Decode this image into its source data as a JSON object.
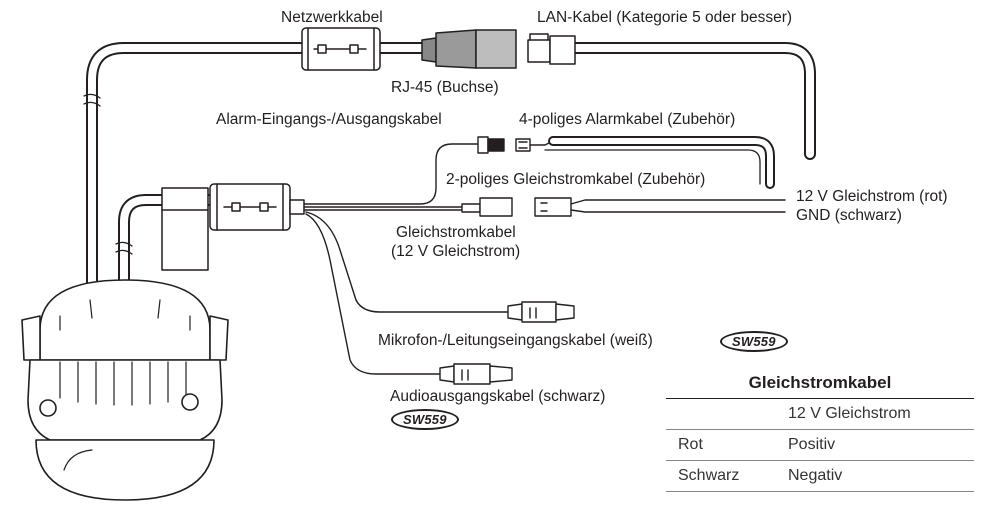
{
  "labels": {
    "network_cable": "Netzwerkkabel",
    "lan_cable": "LAN-Kabel (Kategorie 5 oder besser)",
    "rj45_jack": "RJ-45 (Buchse)",
    "alarm_io_cable": "Alarm-Eingangs-/Ausgangskabel",
    "alarm_cable_4pin": "4-poliges Alarmkabel (Zubehör)",
    "dc_cable_2pin": "2-poliges Gleichstromkabel (Zubehör)",
    "dc_red": "12 V Gleichstrom (rot)",
    "gnd_black": "GND (schwarz)",
    "dc_cable": "Gleichstromkabel",
    "dc_cable_sub": "(12 V Gleichstrom)",
    "mic_cable": "Mikrofon-/Leitungseingangskabel (weiß)",
    "audio_out_cable": "Audioausgangskabel (schwarz)"
  },
  "badges": {
    "mic_model": "SW559",
    "audio_model": "SW559"
  },
  "power_table": {
    "title": "Gleichstromkabel",
    "header_value": "12 V Gleichstrom",
    "rows": [
      {
        "wire": "Rot",
        "meaning": "Positiv"
      },
      {
        "wire": "Schwarz",
        "meaning": "Negativ"
      }
    ]
  }
}
